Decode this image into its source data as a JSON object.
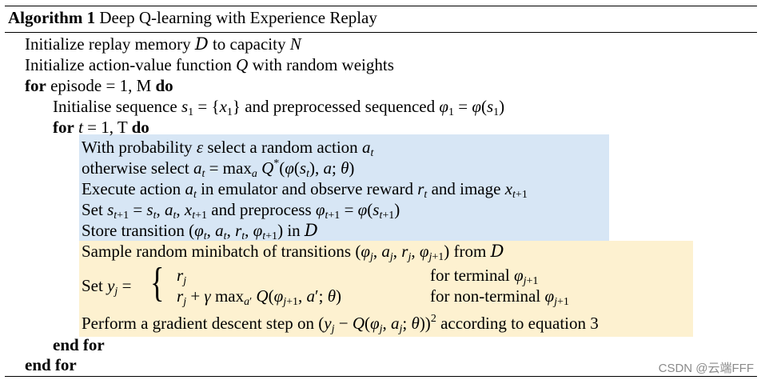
{
  "algorithm": {
    "label": "Algorithm 1",
    "title": "Deep Q-learning with Experience Replay"
  },
  "lines": {
    "init_memory_a": "Initialize replay memory ",
    "init_memory_D": "D",
    "init_memory_b": " to capacity ",
    "init_memory_N": "N",
    "init_q_a": "Initialize action-value function ",
    "init_q_Q": "Q",
    "init_q_b": " with random weights",
    "for_kw": "for",
    "for_episode_text": " episode ",
    "for_episode_math": "= 1, M",
    "do_kw": "do",
    "init_seq_a": "Initialise sequence ",
    "init_seq_b": " and preprocessed sequenced ",
    "for_t_math": "t",
    "for_t_rest": " = 1, T",
    "with_prob_a": "With probability ",
    "with_prob_eps": "ε",
    "with_prob_b": " select a random action ",
    "otherwise_a": "otherwise select ",
    "execute_a": "Execute action ",
    "execute_b": " in emulator and observe reward ",
    "execute_c": " and image ",
    "set_a": "Set ",
    "set_b": " and preprocess ",
    "store_a": "Store transition ",
    "store_b": " in ",
    "sample_a": "Sample random minibatch of transitions ",
    "sample_b": " from ",
    "set_y_label": "Set ",
    "case_terminal": "for terminal ",
    "case_nonterminal": "for non-terminal ",
    "gradient_a": "Perform a gradient descent step on ",
    "gradient_b": " according to equation 3",
    "end_for": "end for"
  },
  "watermark": "CSDN @云端FFF"
}
